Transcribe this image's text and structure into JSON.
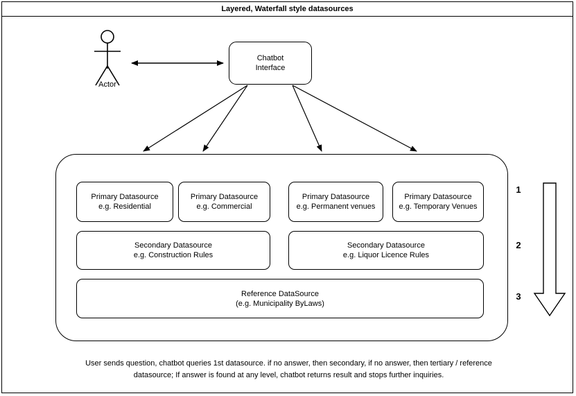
{
  "header": {
    "title": "Layered, Waterfall style datasources"
  },
  "actor": {
    "label": "Actor",
    "icon": "stick-figure-actor-icon"
  },
  "chatbot": {
    "line1": "Chatbot",
    "line2": "Interface"
  },
  "layers": {
    "primary": [
      {
        "line1": "Primary Datasource",
        "line2": "e.g. Residential"
      },
      {
        "line1": "Primary Datasource",
        "line2": "e.g. Commercial"
      },
      {
        "line1": "Primary Datasource",
        "line2": "e.g. Permanent venues"
      },
      {
        "line1": "Primary Datasource",
        "line2": "e.g. Temporary Venues"
      }
    ],
    "secondary": [
      {
        "line1": "Secondary Datasource",
        "line2": "e.g. Construction Rules"
      },
      {
        "line1": "Secondary Datasource",
        "line2": "e.g. Liquor Licence Rules"
      }
    ],
    "reference": [
      {
        "line1": "Reference DataSource",
        "line2": "(e.g. Municipality ByLaws)"
      }
    ]
  },
  "steps": {
    "numbers": [
      "1",
      "2",
      "3"
    ],
    "arrow_icon": "down-block-arrow-icon",
    "arrow_direction": "down"
  },
  "connectors": {
    "actor_to_chatbot": "bidirectional-arrow-icon",
    "chatbot_to_layers": "fanout-arrow-icon",
    "fanout_count": 4
  },
  "caption": {
    "line1": "User sends question, chatbot queries 1st datasource. if no answer, then secondary, if no answer, then tertiary / reference",
    "line2": "datasource; If answer is found at any level, chatbot returns result and stops further inquiries."
  },
  "colors": {
    "stroke": "#000000",
    "background": "#ffffff",
    "text": "#000000"
  }
}
